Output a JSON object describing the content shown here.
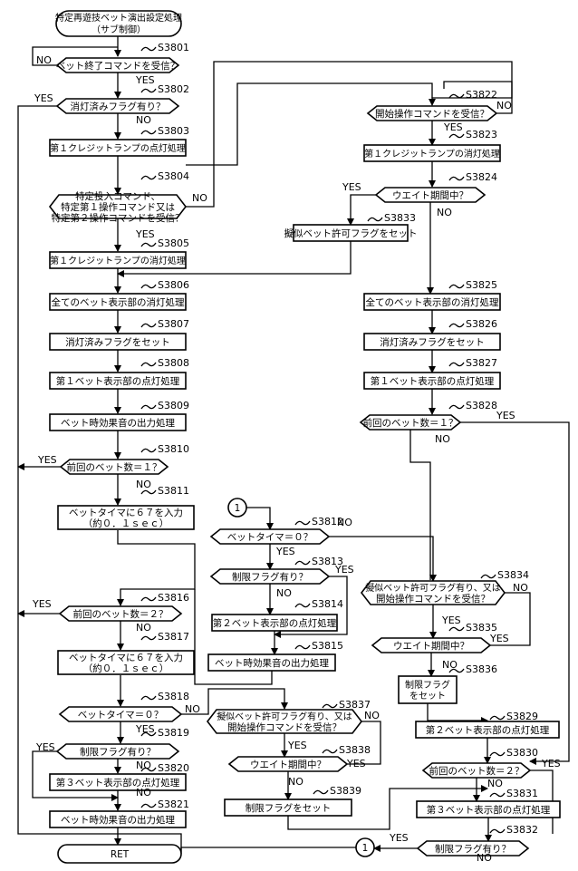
{
  "title": [
    "特定再遊技ベット演出設定処理",
    "（サブ制御）"
  ],
  "ret": "RET",
  "yes": "YES",
  "no": "NO",
  "conn": "1",
  "steps": {
    "s3801": {
      "id": "S3801",
      "text": [
        "ベット終了コマンドを受信？"
      ]
    },
    "s3802": {
      "id": "S3802",
      "text": [
        "消灯済みフラグ有り？"
      ]
    },
    "s3803": {
      "id": "S3803",
      "text": [
        "第１クレジットランプの点灯処理"
      ]
    },
    "s3804": {
      "id": "S3804",
      "text": [
        "特定投入コマンド、",
        "特定第１操作コマンド又は",
        "特定第２操作コマンドを受信？"
      ]
    },
    "s3805": {
      "id": "S3805",
      "text": [
        "第１クレジットランプの消灯処理"
      ]
    },
    "s3806": {
      "id": "S3806",
      "text": [
        "全てのベット表示部の消灯処理"
      ]
    },
    "s3807": {
      "id": "S3807",
      "text": [
        "消灯済みフラグをセット"
      ]
    },
    "s3808": {
      "id": "S3808",
      "text": [
        "第１ベット表示部の点灯処理"
      ]
    },
    "s3809": {
      "id": "S3809",
      "text": [
        "ベット時効果音の出力処理"
      ]
    },
    "s3810": {
      "id": "S3810",
      "text": [
        "前回のベット数＝１？"
      ]
    },
    "s3811": {
      "id": "S3811",
      "text": [
        "ベットタイマに６７を入力",
        "（約０．１ｓｅｃ）"
      ]
    },
    "s3812": {
      "id": "S3812",
      "text": [
        "ベットタイマ＝０？"
      ]
    },
    "s3813": {
      "id": "S3813",
      "text": [
        "制限フラグ有り？"
      ]
    },
    "s3814": {
      "id": "S3814",
      "text": [
        "第２ベット表示部の点灯処理"
      ]
    },
    "s3815": {
      "id": "S3815",
      "text": [
        "ベット時効果音の出力処理"
      ]
    },
    "s3816": {
      "id": "S3816",
      "text": [
        "前回のベット数＝２？"
      ]
    },
    "s3817": {
      "id": "S3817",
      "text": [
        "ベットタイマに６７を入力",
        "（約０．１ｓｅｃ）"
      ]
    },
    "s3818": {
      "id": "S3818",
      "text": [
        "ベットタイマ＝０？"
      ]
    },
    "s3819": {
      "id": "S3819",
      "text": [
        "制限フラグ有り？"
      ]
    },
    "s3820": {
      "id": "S3820",
      "text": [
        "第３ベット表示部の点灯処理"
      ]
    },
    "s3821": {
      "id": "S3821",
      "text": [
        "ベット時効果音の出力処理"
      ]
    },
    "s3822": {
      "id": "S3822",
      "text": [
        "開始操作コマンドを受信？"
      ]
    },
    "s3823": {
      "id": "S3823",
      "text": [
        "第１クレジットランプの消灯処理"
      ]
    },
    "s3824": {
      "id": "S3824",
      "text": [
        "ウエイト期間中？"
      ]
    },
    "s3825": {
      "id": "S3825",
      "text": [
        "全てのベット表示部の消灯処理"
      ]
    },
    "s3826": {
      "id": "S3826",
      "text": [
        "消灯済みフラグをセット"
      ]
    },
    "s3827": {
      "id": "S3827",
      "text": [
        "第１ベット表示部の点灯処理"
      ]
    },
    "s3828": {
      "id": "S3828",
      "text": [
        "前回のベット数＝１？"
      ]
    },
    "s3829": {
      "id": "S3829",
      "text": [
        "第２ベット表示部の点灯処理"
      ]
    },
    "s3830": {
      "id": "S3830",
      "text": [
        "前回のベット数＝２？"
      ]
    },
    "s3831": {
      "id": "S3831",
      "text": [
        "第３ベット表示部の点灯処理"
      ]
    },
    "s3832": {
      "id": "S3832",
      "text": [
        "制限フラグ有り？"
      ]
    },
    "s3833": {
      "id": "S3833",
      "text": [
        "擬似ベット許可フラグをセット"
      ]
    },
    "s3834": {
      "id": "S3834",
      "text": [
        "擬似ベット許可フラグ有り、又は",
        "開始操作コマンドを受信？"
      ]
    },
    "s3835": {
      "id": "S3835",
      "text": [
        "ウエイト期間中？"
      ]
    },
    "s3836": {
      "id": "S3836",
      "text": [
        "制限フラグ",
        "をセット"
      ]
    },
    "s3837": {
      "id": "S3837",
      "text": [
        "擬似ベット許可フラグ有り、又は",
        "開始操作コマンドを受信？"
      ]
    },
    "s3838": {
      "id": "S3838",
      "text": [
        "ウエイト期間中？"
      ]
    },
    "s3839": {
      "id": "S3839",
      "text": [
        "制限フラグをセット"
      ]
    }
  }
}
